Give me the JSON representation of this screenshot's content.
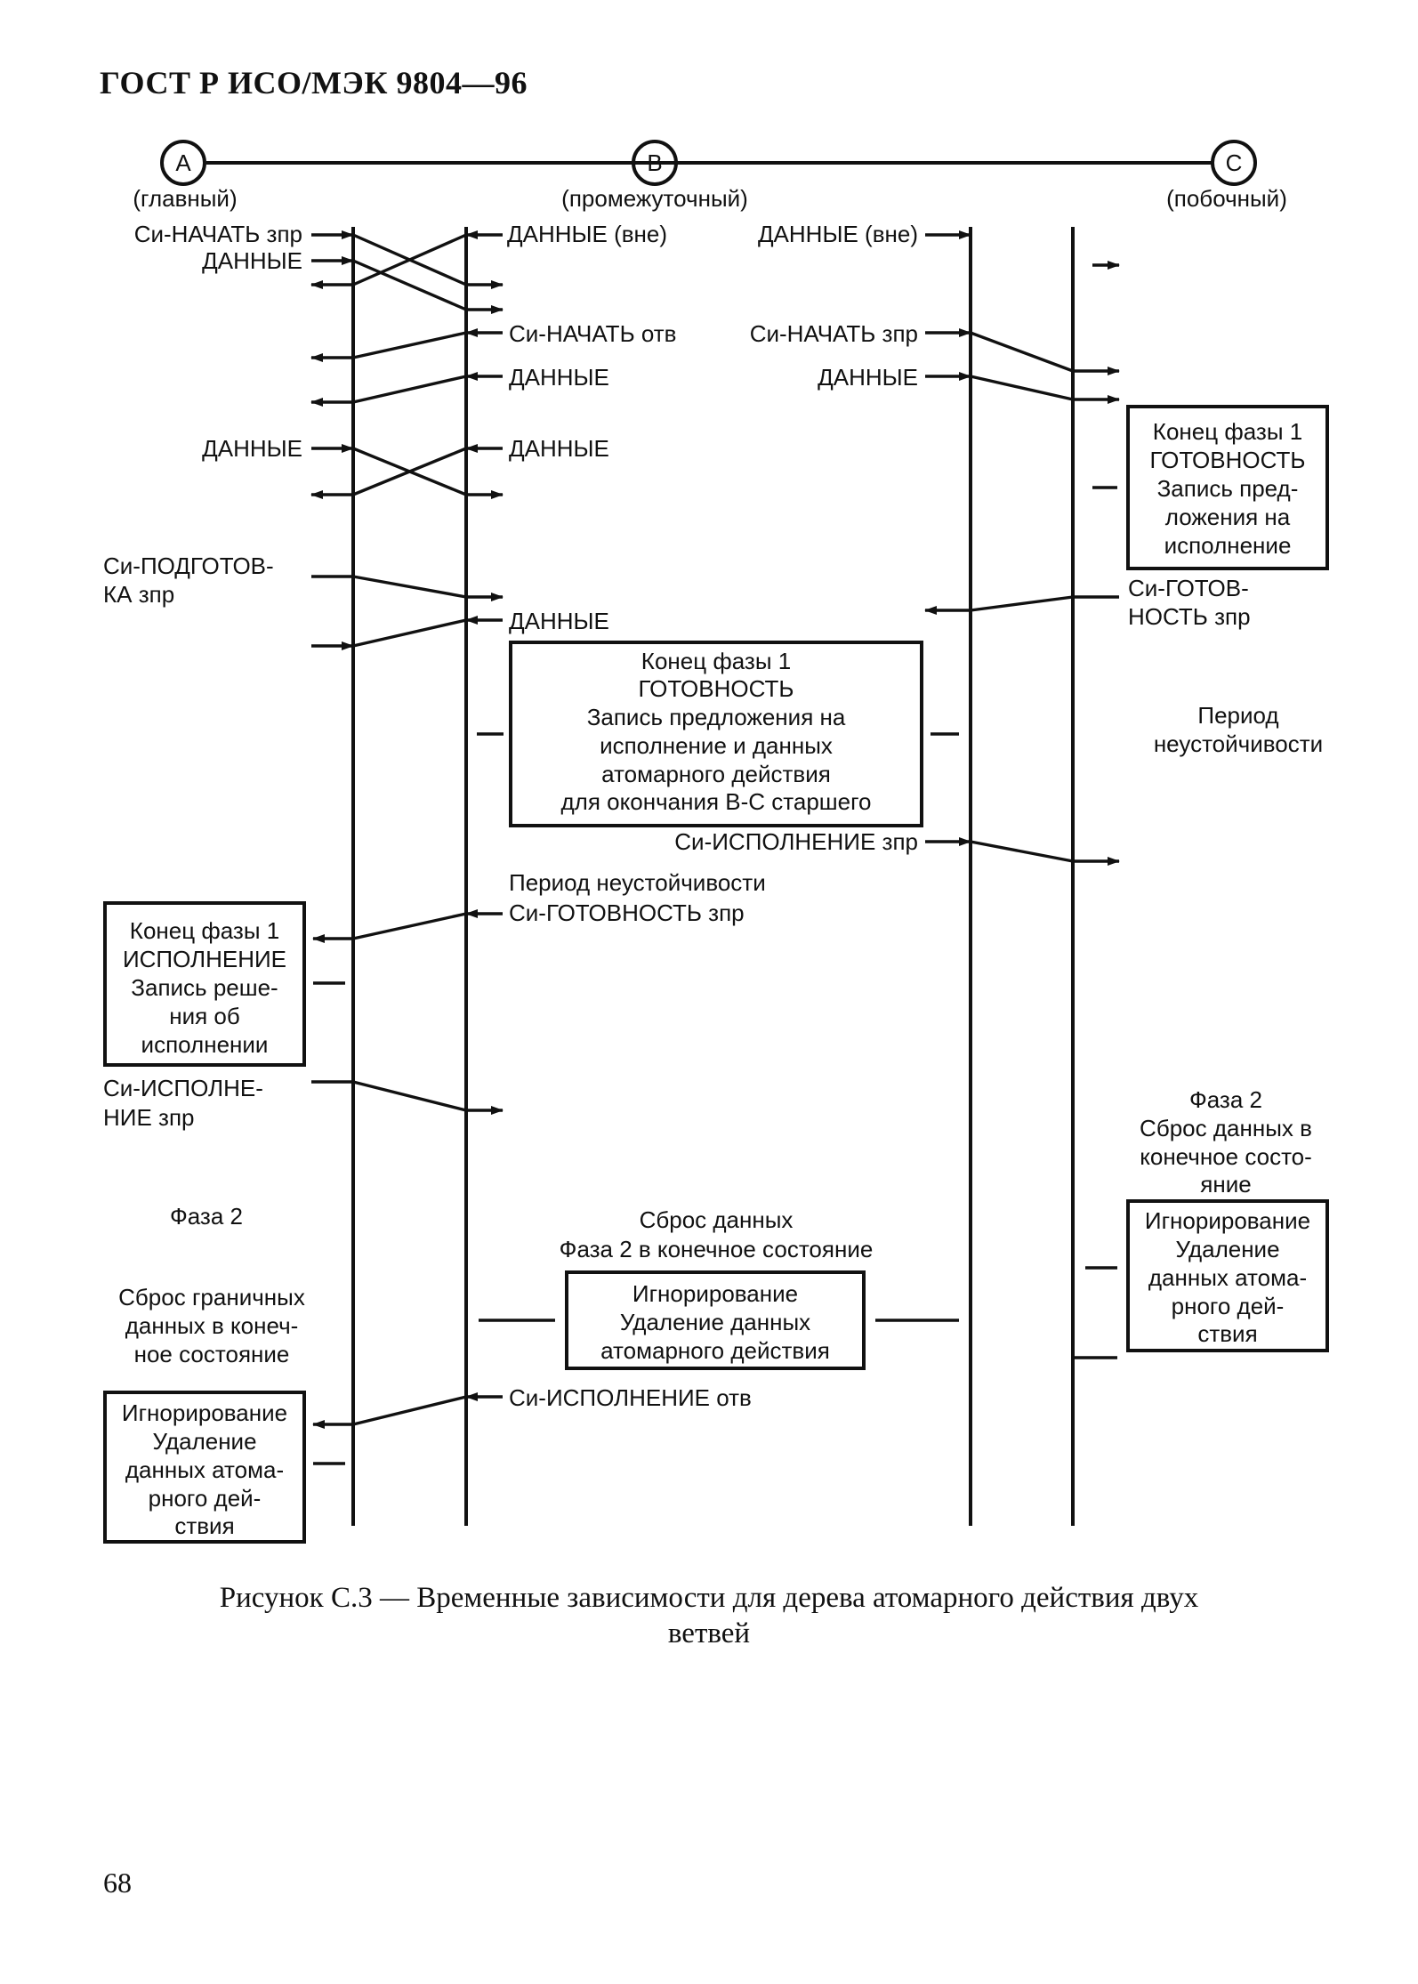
{
  "header": {
    "title": "ГОСТ Р ИСО/МЭК 9804—96"
  },
  "nodes": [
    {
      "letter": "A",
      "role": "(главный)"
    },
    {
      "letter": "B",
      "role": "(промежуточный)"
    },
    {
      "letter": "C",
      "role": "(побочный)"
    }
  ],
  "labels": {
    "a_begin": "Си-НАЧАТЬ зпр",
    "a_data1": "ДАННЫЕ",
    "b_data_out_left": "ДАННЫЕ (вне)",
    "b_data_out_right": "ДАННЫЕ (вне)",
    "b_begin_resp": "Си-НАЧАТЬ отв",
    "b_begin_req": "Си-НАЧАТЬ зпр",
    "b_data2_left": "ДАННЫЕ",
    "b_data2_right": "ДАННЫЕ",
    "a_data3": "ДАННЫЕ",
    "b_data3": "ДАННЫЕ",
    "a_prepare_1": "Си-ПОДГОТОВ-",
    "a_prepare_2": "КА зпр",
    "b_data4": "ДАННЫЕ",
    "c_ready_1": "Си-ГОТОВ-",
    "c_ready_2": "НОСТЬ зпр",
    "c_period_1": "Период",
    "c_period_2": "неустойчивости",
    "b_commit_req": "Си-ИСПОЛНЕНИЕ зпр",
    "b_period": "Период неустойчивости",
    "b_ready_req": "Си-ГОТОВНОСТЬ зпр",
    "a_commit_1": "Си-ИСПОЛНЕ-",
    "a_commit_2": "НИЕ зпр",
    "a_phase2": "Фаза 2",
    "a_reset_1": "Сброс граничных",
    "a_reset_2": "данных в конеч-",
    "a_reset_3": "ное состояние",
    "b_reset_1": "Сброс данных",
    "b_reset_2": "Фаза 2 в конечное состояние",
    "b_commit_resp": "Си-ИСПОЛНЕНИЕ отв",
    "c_phase2_1": "Фаза 2",
    "c_phase2_2": "Сброс данных в",
    "c_phase2_3": "конечное состо-",
    "c_phase2_4": "яние"
  },
  "boxes": {
    "c_phase1": [
      "Конец фазы 1",
      "ГОТОВНОСТЬ",
      "Запись пред-",
      "ложения на",
      "исполнение"
    ],
    "b_phase1": [
      "Конец фазы 1",
      "ГОТОВНОСТЬ",
      "Запись предложения на",
      "исполнение и данных",
      "атомарного действия",
      "для окончания В-С старшего"
    ],
    "a_phase1": [
      "Конец фазы 1",
      "ИСПОЛНЕНИЕ",
      "Запись реше-",
      "ния об",
      "исполнении"
    ],
    "b_phase2": [
      "Игнорирование",
      "Удаление данных",
      "атомарного действия"
    ],
    "c_phase2": [
      "Игнорирование",
      "Удаление",
      "данных атома-",
      "рного дей-",
      "ствия"
    ],
    "a_phase2": [
      "Игнорирование",
      "Удаление",
      "данных атома-",
      "рного дей-",
      "ствия"
    ]
  },
  "caption": {
    "line1": "Рисунок С.3 — Временные зависимости для дерева атомарного действия двух",
    "line2": "ветвей"
  },
  "page_number": "68"
}
